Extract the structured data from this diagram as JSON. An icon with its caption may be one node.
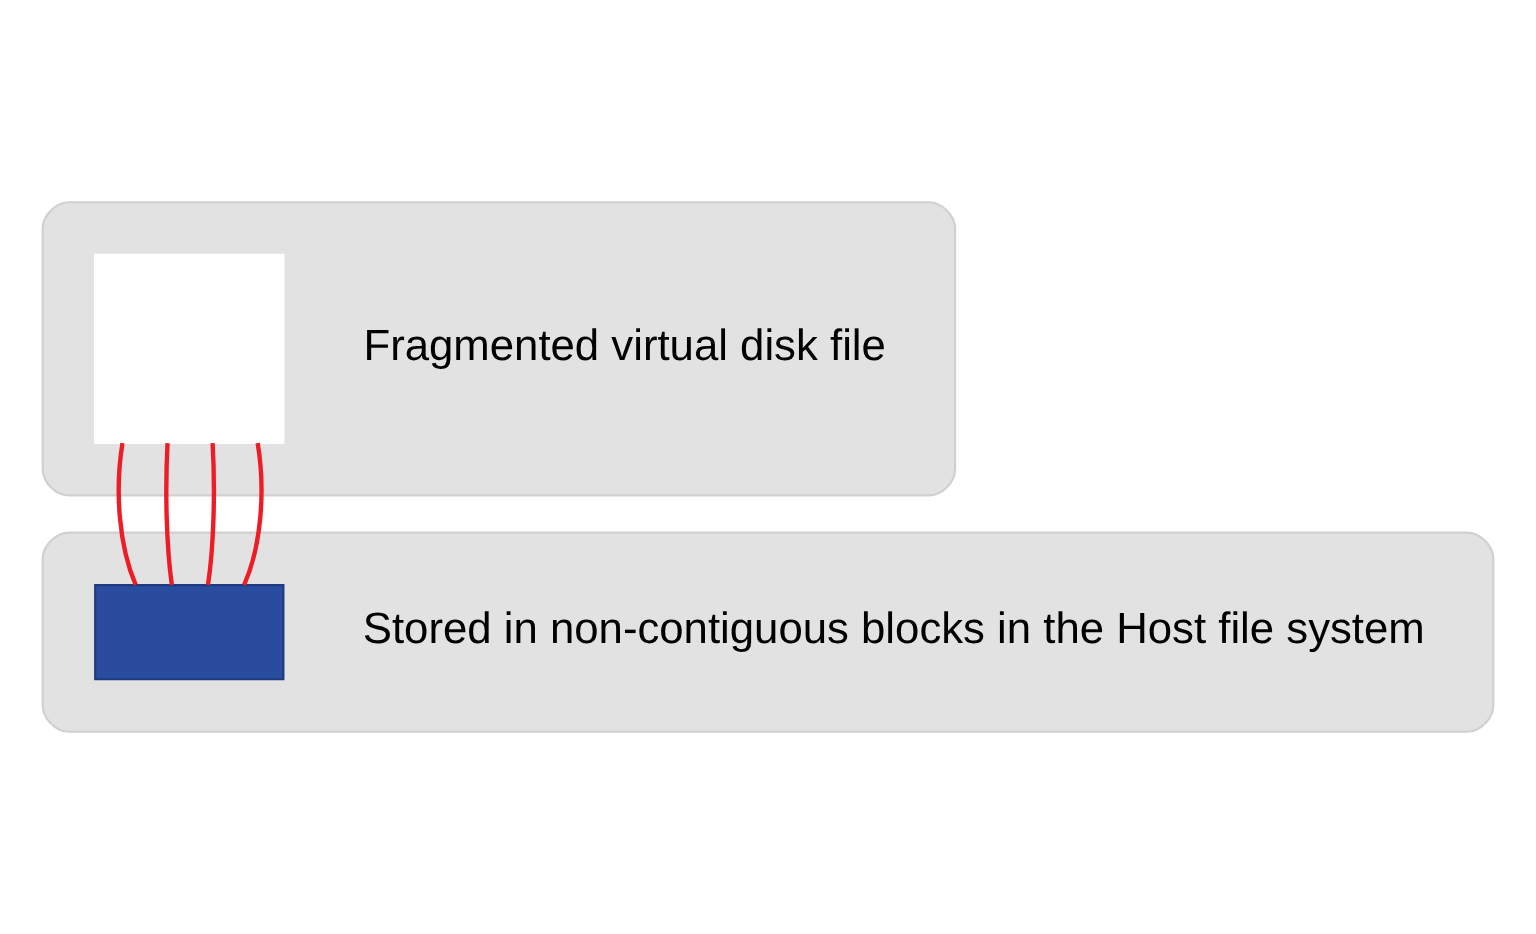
{
  "diagram": {
    "nodes": [
      {
        "text": [
          "Fragmented virtual disk file"
        ]
      },
      {
        "text": [],
        "shape": "box",
        "in": 0
      },
      {
        "text": [
          "Stored in non-contiguous blocks in the Host file system"
        ]
      },
      {
        "text": [],
        "shape": "bar",
        "in": 2
      }
    ],
    "edges": [
      {
        "from": 1,
        "to": 3,
        "arrow": "none"
      },
      {
        "from": 1,
        "to": 3,
        "arrow": "none"
      },
      {
        "from": 1,
        "to": 3,
        "arrow": "none"
      },
      {
        "from": 1,
        "to": 3,
        "arrow": "none"
      }
    ]
  }
}
